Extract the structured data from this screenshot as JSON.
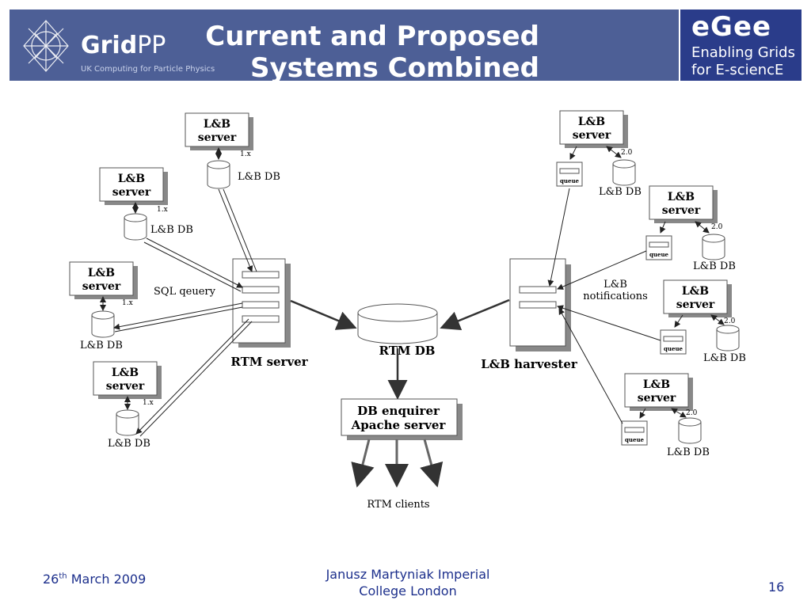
{
  "header": {
    "title_line1": "Current and Proposed",
    "title_line2": "Systems Combined",
    "gridpp": {
      "name_bold": "Grid",
      "name_light": "PP",
      "subtitle": "UK Computing for Particle Physics"
    },
    "egee": {
      "logo": "eGee",
      "line1": "Enabling Grids",
      "line2": "for E-sciencE"
    }
  },
  "diagram": {
    "lb_server": "L&B server",
    "lb_server_line1": "L&B",
    "lb_server_line2": "server",
    "lb_db": "L&B DB",
    "version_old": "1.x",
    "version_new": "2.0",
    "queue": "queue",
    "sql_query": "SQL qeuery",
    "lb_notifications_line1": "L&B",
    "lb_notifications_line2": "notifications",
    "rtm_server": "RTM server",
    "rtm_db": "RTM DB",
    "lb_harvester": "L&B harvester",
    "db_enquirer_line1": "DB enquirer",
    "db_enquirer_line2": "Apache server",
    "rtm_clients": "RTM clients"
  },
  "footer": {
    "date_day": "26",
    "date_sup": "th",
    "date_rest": " March 2009",
    "author_line1": "Janusz Martyniak Imperial",
    "author_line2": "College London",
    "page_number": "16"
  },
  "colors": {
    "header_bg": "#4d5f96",
    "egee_bg": "#2a3c8a",
    "footer_text": "#1c2f8c"
  }
}
